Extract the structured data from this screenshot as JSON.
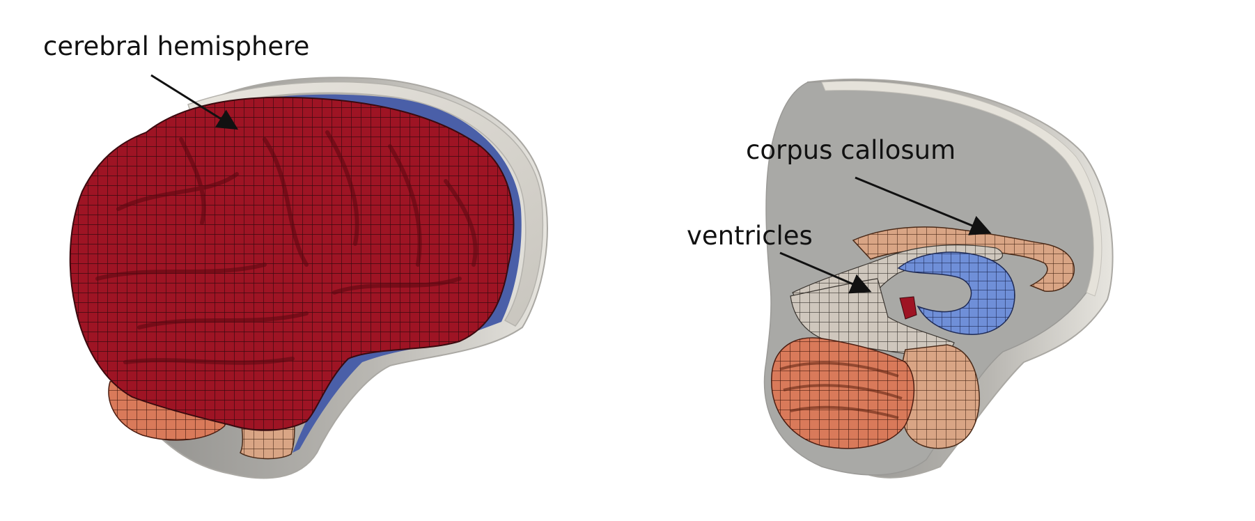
{
  "labels": {
    "cerebral_hemisphere": "cerebral hemisphere",
    "corpus_callosum": "corpus callosum",
    "ventricles": "ventricles"
  },
  "colors": {
    "background": "#ffffff",
    "skull": "#c9c7c2",
    "skull_shadow": "#8f8e8b",
    "skull_interior": "#a9a9a6",
    "csf_layer": "#4a5fa8",
    "cerebrum": "#9e1424",
    "cerebellum": "#d97a5a",
    "brainstem": "#d98a66",
    "corpus_callosum": "#c9b6a3",
    "corpus_callosum_body": "#d7ad92",
    "ventricles": "#6f8fd8",
    "arrow": "#111111",
    "mesh_line": "#2a0a0c"
  },
  "panels": [
    "exterior-view",
    "sagittal-cut-view"
  ]
}
